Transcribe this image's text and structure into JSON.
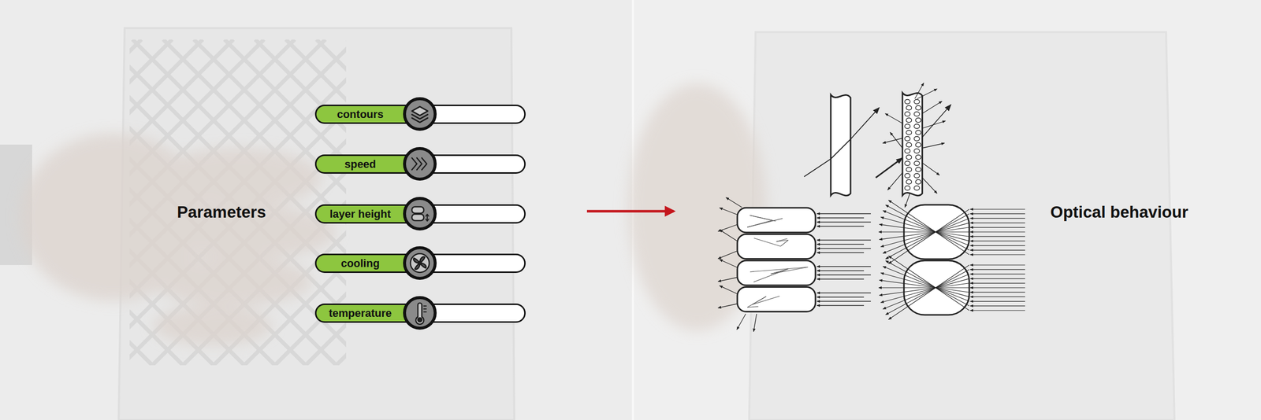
{
  "diagram": {
    "nodes": [
      {
        "text": [
          "contours"
        ]
      },
      {
        "text": [
          "speed"
        ]
      },
      {
        "text": [
          "layer height"
        ]
      },
      {
        "text": [
          "cooling"
        ]
      },
      {
        "text": [
          "temperature"
        ]
      }
    ],
    "labels": [
      "Parameters",
      "Optical behaviour"
    ]
  }
}
